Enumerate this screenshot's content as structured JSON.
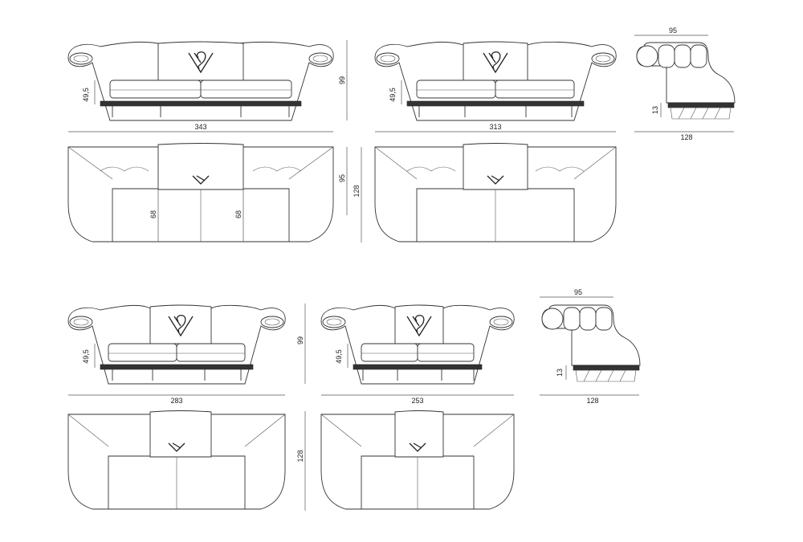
{
  "drawing": {
    "front_views": [
      {
        "width": "343",
        "height": "99",
        "seat": "49,5"
      },
      {
        "width": "313",
        "seat": "49,5"
      },
      {
        "width": "283",
        "height": "99",
        "seat": "49,5"
      },
      {
        "width": "253",
        "seat": "49,5"
      }
    ],
    "top_views": [
      {
        "depth": "95",
        "depth_total": "128",
        "seat_a": "68",
        "seat_b": "68"
      },
      {
        "depth_total": "128"
      },
      {
        "depth_total": "128"
      },
      {}
    ],
    "side_views": [
      {
        "top_depth": "95",
        "base_height": "13",
        "total_depth": "128"
      },
      {
        "top_depth": "95",
        "base_height": "13",
        "total_depth": "128"
      }
    ]
  }
}
